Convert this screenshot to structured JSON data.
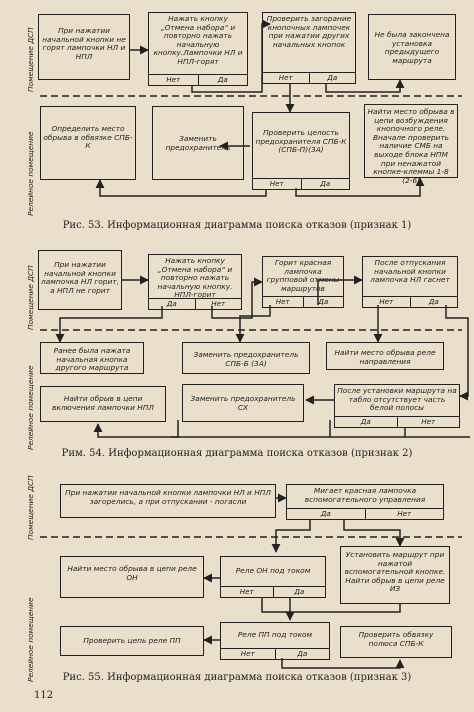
{
  "labels": {
    "dsp": "Помещение ДСП",
    "relay": "Релейное помещение",
    "yes": "Да",
    "no": "Нет"
  },
  "fig53": {
    "caption": "Рис. 53. Информационная диаграмма поиска отказов (признак 1)",
    "b1": "При нажатии начальной кнопки не горят лампочки НЛ и НПЛ",
    "b2": "Нажать кнопку „Отмена набора“ и повторно нажать начальную кнопку.Лампочки НЛ и НПЛ-горят",
    "b3": "Проверить загорание кнопочных лампочек при нажатии других начальных кнопок",
    "b4": "Не была закончена установка предыдущего маршрута",
    "b5": "Определить место обрыва в обвязке СПБ-К",
    "b6": "Заменить предохранитель",
    "b7": "Проверить целость предохранителя СПБ-К (СПБ-П)(3А)",
    "b8": "Найти место обрыва в цепи возбуждения кнопочного реле. Вначале проверить наличие СМБ на выходе блока НПМ при ненажатой кнопке-клеммы 1-8 (2-6)"
  },
  "fig54": {
    "caption": "Рим. 54. Информационная диаграмма поиска отказов (признак 2)",
    "b1": "При нажатии начальной кнопки лампочка НЛ горит, а НПЛ не горит",
    "b2": "Нажать кнопку „Отмена набора“ и повторно нажать начальную кнопку. НПЛ-горит",
    "b3": "Горит красная лампочка групповой отмены маршрутов",
    "b4": "После отпускания начальной кнопки лампочка НЛ гаснет",
    "b5": "Ранее была нажата начальная кнопка другого маршрута",
    "b6": "Заменить предохранитель СПБ-Б (3А)",
    "b7": "Найти место обрыва реле направления",
    "b8": "Найти обрыв в цепи включения лампочки НПЛ",
    "b9": "Заменить предохранитель СХ",
    "b10": "После установки маршрута на табло отсутствует часть белой полосы"
  },
  "fig55": {
    "caption": "Рис. 55. Информационная диаграмма поиска отказов (признак 3)",
    "b1": "При нажатии начальной кнопки лампочки НЛ и НПЛ загорелись, а при отпускании - погасли",
    "b2": "Мигает красная лампочка вспомогательного управления",
    "b3": "Найти место обрыва в цепи реле ОН",
    "b4": "Реле ОН под током",
    "b5": "Установить маршрут при нажатой вспомогательной кнопке. Найти обрыв в цепи реле ИЗ",
    "b6": "Проверить цепь реле ПП",
    "b7": "Реле ПП под током",
    "b8": "Проверить обвязку полюса СПБ-К"
  },
  "page_number": "112"
}
